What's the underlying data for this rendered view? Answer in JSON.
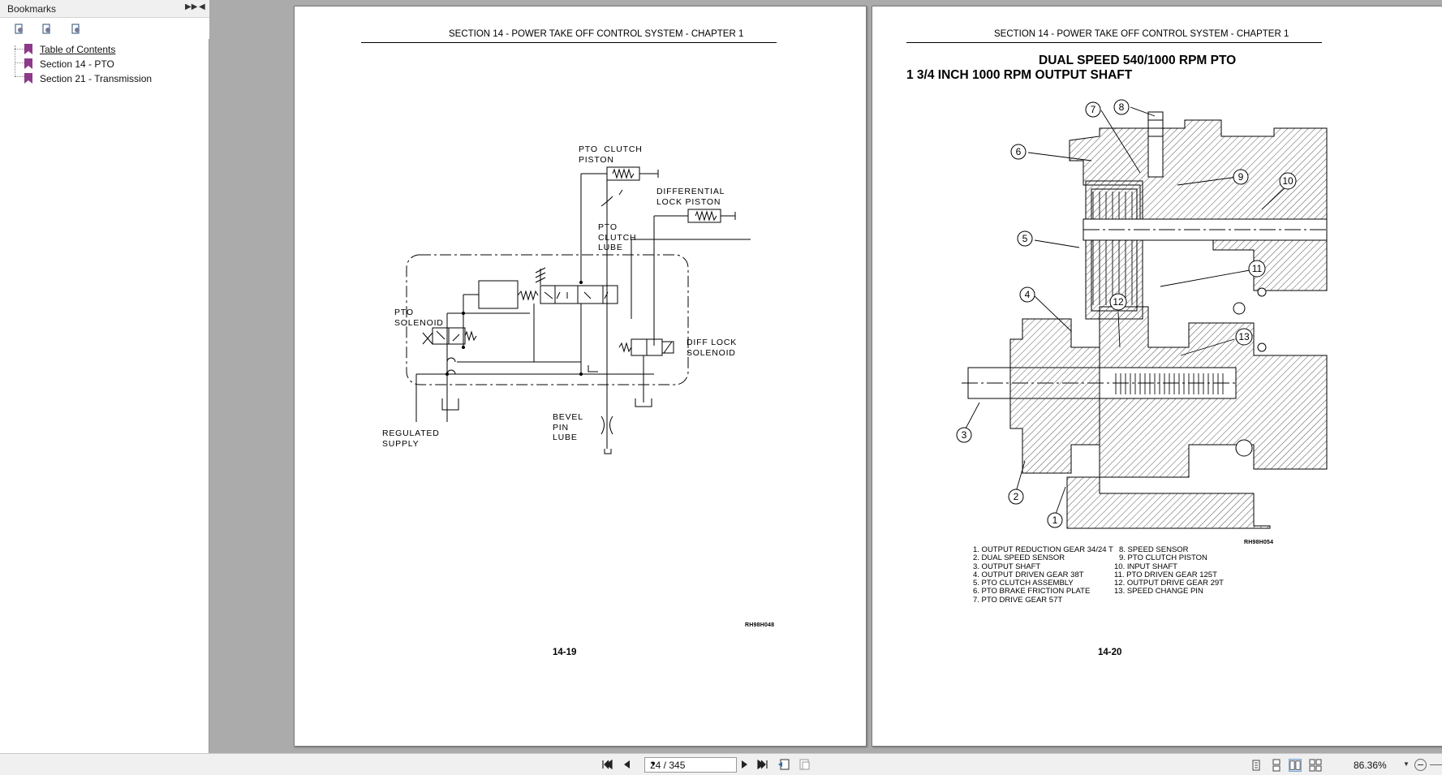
{
  "bookmarks": {
    "title": "Bookmarks",
    "items": [
      {
        "label": "Table of Contents"
      },
      {
        "label": "Section 14 - PTO"
      },
      {
        "label": "Section 21 - Transmission"
      }
    ]
  },
  "left_page": {
    "header": "SECTION 14 - POWER TAKE OFF CONTROL SYSTEM - CHAPTER 1",
    "page_number": "14-19",
    "figure_id": "RH98H048",
    "labels": {
      "pto_clutch_piston": "PTO  CLUTCH\nPISTON",
      "differential_lock_piston": "DIFFERENTIAL\nLOCK PISTON",
      "pto_clutch_lube": "PTO\nCLUTCH\nLUBE",
      "pto_solenoid": "PTO\nSOLENOID",
      "diff_lock_solenoid": "DIFF LOCK\nSOLENOID",
      "regulated_supply": "REGULATED\nSUPPLY",
      "bevel_pin_lube": "BEVEL\nPIN\nLUBE"
    }
  },
  "right_page": {
    "header": "SECTION 14 - POWER TAKE OFF CONTROL SYSTEM - CHAPTER 1",
    "title_line1": "DUAL SPEED 540/1000 RPM PTO",
    "title_line2": "1 3/4 INCH 1000 RPM OUTPUT SHAFT",
    "page_number": "14-20",
    "figure_id": "RH98H054",
    "callouts": [
      "1",
      "2",
      "3",
      "4",
      "5",
      "6",
      "7",
      "8",
      "9",
      "10",
      "11",
      "12",
      "13"
    ],
    "legend_left": [
      "1.  OUTPUT REDUCTION GEAR 34/24 T",
      "2.  DUAL SPEED SENSOR",
      "3.  OUTPUT SHAFT",
      "4.  OUTPUT DRIVEN GEAR 38T",
      "5.  PTO CLUTCH ASSEMBLY",
      "6.  PTO BRAKE FRICTION PLATE",
      "7.  PTO DRIVE GEAR 57T"
    ],
    "legend_right": [
      "8.  SPEED SENSOR",
      "9.  PTO CLUTCH PISTON",
      "10.  INPUT SHAFT",
      "11.  PTO DRIVEN GEAR 125T",
      "12.  OUTPUT DRIVE GEAR 29T",
      "13.  SPEED CHANGE PIN"
    ]
  },
  "statusbar": {
    "page_indicator": "24 / 345",
    "zoom": "86.36%"
  },
  "colors": {
    "bookmark_flag": "#8e3a8a",
    "panel_bg": "#f0f0f0",
    "doc_bg": "#ababab"
  },
  "icons": {
    "bookmark_tools": [
      "bookmark-expand-icon",
      "bookmark-add-icon",
      "bookmark-options-icon"
    ],
    "nav": [
      "first-page-icon",
      "prev-page-icon",
      "next-page-icon",
      "last-page-icon"
    ],
    "views": [
      "single-page-view-icon",
      "continuous-view-icon",
      "facing-view-icon",
      "facing-continuous-view-icon"
    ]
  }
}
